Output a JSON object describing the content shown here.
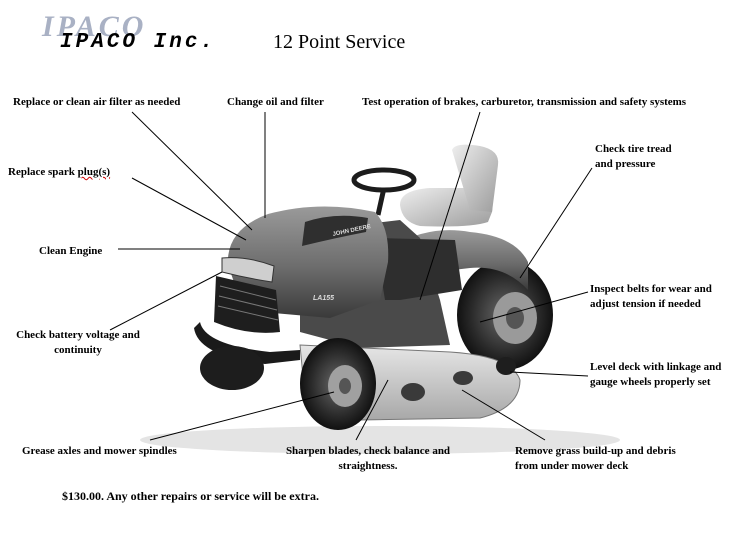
{
  "header": {
    "logo_shadow": "IPACO",
    "logo_main": "IPACO Inc.",
    "title": "12 Point Service"
  },
  "illustration": {
    "subject": "riding lawn mower",
    "hood_brand": "JOHN DEERE",
    "model_badge": "LA155"
  },
  "labels": {
    "air_filter": "Replace or clean air filter as needed",
    "oil_filter": "Change oil and filter",
    "test_operation": "Test operation of brakes, carburetor, transmission and safety systems",
    "spark_plug_prefix": "Replace spark ",
    "spark_plug_word": "plug(s)",
    "tire_line1": "Check tire tread",
    "tire_line2": "and pressure",
    "clean_engine": "Clean Engine",
    "belts_line1": "Inspect belts for wear and",
    "belts_line2": "adjust tension if needed",
    "battery_line1": "Check battery voltage and",
    "battery_line2": "continuity",
    "deck_line1": "Level deck with linkage and",
    "deck_line2": "gauge wheels properly set",
    "grease": "Grease axles and mower spindles",
    "blades_line1": "Sharpen blades, check balance and",
    "blades_line2": "straightness.",
    "grass_line1": "Remove grass build-up and debris",
    "grass_line2": "from under mower deck"
  },
  "footer": {
    "price_note": "$130.00. Any other repairs or service will be extra."
  },
  "colors": {
    "logo_shadow": "#a9b1c4",
    "spell_underline": "#d00000"
  }
}
